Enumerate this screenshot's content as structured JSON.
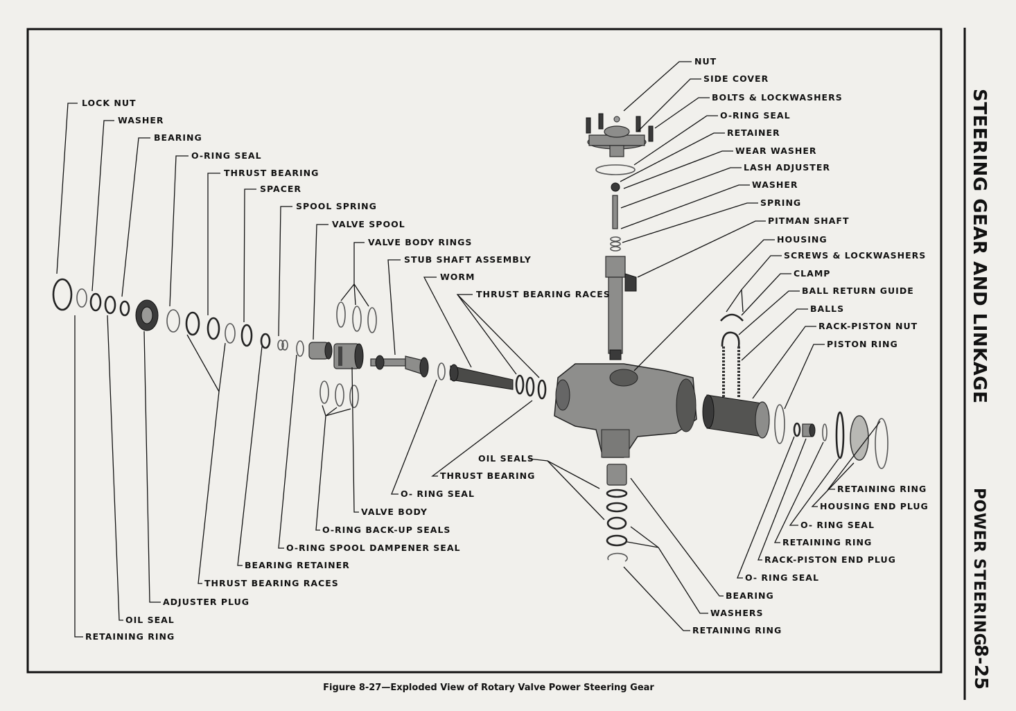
{
  "side_header": {
    "section_title": "STEERING GEAR AND LINKAGE",
    "subsection_title": "POWER STEERING",
    "page_number": "8-25"
  },
  "caption": "Figure 8-27—Exploded View of Rotary Valve Power Steering Gear",
  "labels": {
    "lock_nut": "LOCK NUT",
    "washer_left": "WASHER",
    "bearing_left": "BEARING",
    "o_ring_seal_top_left": "O-RING SEAL",
    "thrust_bearing_top": "THRUST BEARING",
    "spacer": "SPACER",
    "spool_spring": "SPOOL SPRING",
    "valve_spool": "VALVE SPOOL",
    "valve_body_rings": "VALVE BODY RINGS",
    "stub_shaft_assembly": "STUB SHAFT ASSEMBLY",
    "worm": "WORM",
    "thrust_bearing_races_top": "THRUST BEARING RACES",
    "nut": "NUT",
    "side_cover": "SIDE COVER",
    "bolts_lockwashers": "BOLTS & LOCKWASHERS",
    "o_ring_seal_cover": "O-RING SEAL",
    "retainer": "RETAINER",
    "wear_washer": "WEAR WASHER",
    "lash_adjuster": "LASH ADJUSTER",
    "washer_right": "WASHER",
    "spring": "SPRING",
    "pitman_shaft": "PITMAN SHAFT",
    "housing": "HOUSING",
    "screws_lockwashers": "SCREWS & LOCKWASHERS",
    "clamp": "CLAMP",
    "ball_return_guide": "BALL RETURN GUIDE",
    "balls": "BALLS",
    "rack_piston_nut": "RACK-PISTON NUT",
    "piston_ring": "PISTON RING",
    "oil_seals": "OIL SEALS",
    "thrust_bearing_mid": "THRUST BEARING",
    "o_ring_seal_mid": "O- RING SEAL",
    "valve_body": "VALVE BODY",
    "o_ring_backup_seals": "O-RING BACK-UP SEALS",
    "o_ring_spool_dampener_seal": "O-RING SPOOL DAMPENER SEAL",
    "bearing_retainer": "BEARING RETAINER",
    "thrust_bearing_races_bottom": "THRUST BEARING RACES",
    "adjuster_plug": "ADJUSTER PLUG",
    "oil_seal": "OIL SEAL",
    "retaining_ring_left": "RETAINING RING",
    "retaining_ring_end": "RETAINING RING",
    "housing_end_plug": "HOUSING END PLUG",
    "o_ring_seal_end": "O- RING SEAL",
    "retaining_ring_piston": "RETAINING RING",
    "rack_piston_end_plug": "RACK-PISTON END PLUG",
    "o_ring_seal_piston": "O- RING SEAL",
    "bearing_bottom": "BEARING",
    "washers_bottom": "WASHERS",
    "retaining_ring_bottom": "RETAINING RING"
  }
}
